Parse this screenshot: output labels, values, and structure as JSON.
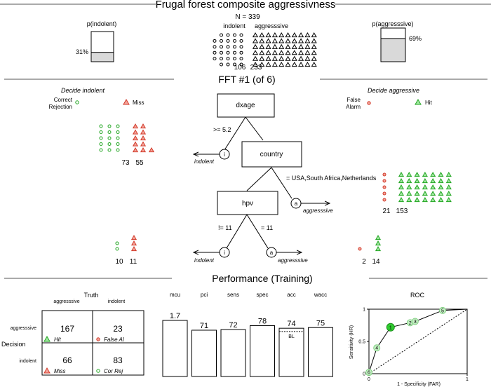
{
  "title": "Frugal forest composite aggressivness",
  "header": {
    "n_label": "N = 339",
    "p_indolent_label": "p(indolent)",
    "p_indolent_value": "31%",
    "p_indolent_fraction": 0.31,
    "p_aggressive_label": "p(aggresssive)",
    "p_aggressive_value": "69%",
    "p_aggressive_fraction": 0.69,
    "class_indolent": "indolent",
    "class_aggressive": "aggresssive",
    "count_indolent": "106",
    "count_aggressive": "233"
  },
  "tree": {
    "title": "FFT #1 (of 6)",
    "left_heading": "Decide indolent",
    "right_heading": "Decide aggressive",
    "legend_cr": [
      "Correct",
      "Rejection"
    ],
    "legend_miss": "Miss",
    "legend_fa": [
      "False",
      "Alarm"
    ],
    "legend_hit": "Hit",
    "node1": "dxage",
    "node2": "country",
    "node3": "hpv",
    "cond1": ">= 5.2",
    "cond2": "= USA,South Africa,Netherlands",
    "cond3_left": "!= 11",
    "cond3_right": "= 11",
    "exit_i": "i",
    "exit_a": "a",
    "exit1_label": "indolent",
    "exit2_label": "aggresssive",
    "exit3_left_label": "indolent",
    "exit3_right_label": "aggresssive",
    "leaf1": {
      "cr": "73",
      "miss": "55"
    },
    "leaf2": {
      "fa": "21",
      "hit": "153"
    },
    "leaf3_left": {
      "cr": "10",
      "miss": "11"
    },
    "leaf3_right": {
      "fa": "2",
      "hit": "14"
    }
  },
  "performance": {
    "title": "Performance (Training)",
    "truth_label": "Truth",
    "decision_label": "Decision",
    "col_aggressive": "aggresssive",
    "col_indolent": "indolent",
    "row_aggressive": "aggresssive",
    "row_indolent": "indolent",
    "hit": "167",
    "hit_label": "Hit",
    "fa": "23",
    "fa_label": "False Al",
    "miss": "66",
    "miss_label": "Miss",
    "cr": "83",
    "cr_label": "Cor Rej",
    "bl_label": "BL",
    "roc_title": "ROC",
    "roc_xlabel": "1 - Specificity (FAR)",
    "roc_ylabel": "Sensitivity (HR)"
  },
  "chart_data": {
    "type": "bar",
    "categories": [
      "mcu",
      "pci",
      "sens",
      "spec",
      "acc",
      "wacc"
    ],
    "values": [
      1.7,
      71,
      72,
      78,
      74,
      75
    ],
    "value_labels": [
      "1.7",
      "71",
      "72",
      "78",
      "74",
      "75"
    ],
    "ylim": [
      0,
      100
    ],
    "baseline_acc": 69,
    "roc": {
      "x_ticks": [
        "0",
        "1"
      ],
      "y_ticks": [
        "0",
        "0.5",
        "1"
      ],
      "xlim": [
        0,
        1
      ],
      "ylim": [
        0,
        1
      ],
      "points": [
        {
          "label": "6",
          "far": 0.0,
          "hr": 0.02,
          "highlight": false
        },
        {
          "label": "4",
          "far": 0.08,
          "hr": 0.4,
          "highlight": false
        },
        {
          "label": "1",
          "far": 0.22,
          "hr": 0.72,
          "highlight": true
        },
        {
          "label": "2",
          "far": 0.42,
          "hr": 0.79,
          "highlight": false
        },
        {
          "label": "3",
          "far": 0.47,
          "hr": 0.81,
          "highlight": false
        },
        {
          "label": "5",
          "far": 0.75,
          "hr": 0.98,
          "highlight": false
        }
      ]
    }
  },
  "colors": {
    "correct": "#22a522",
    "error": "#d23a2a",
    "hit_fill": "#9fe79f",
    "roc_point": "#c5f0c5",
    "roc_highlight": "#2fcb2f"
  }
}
